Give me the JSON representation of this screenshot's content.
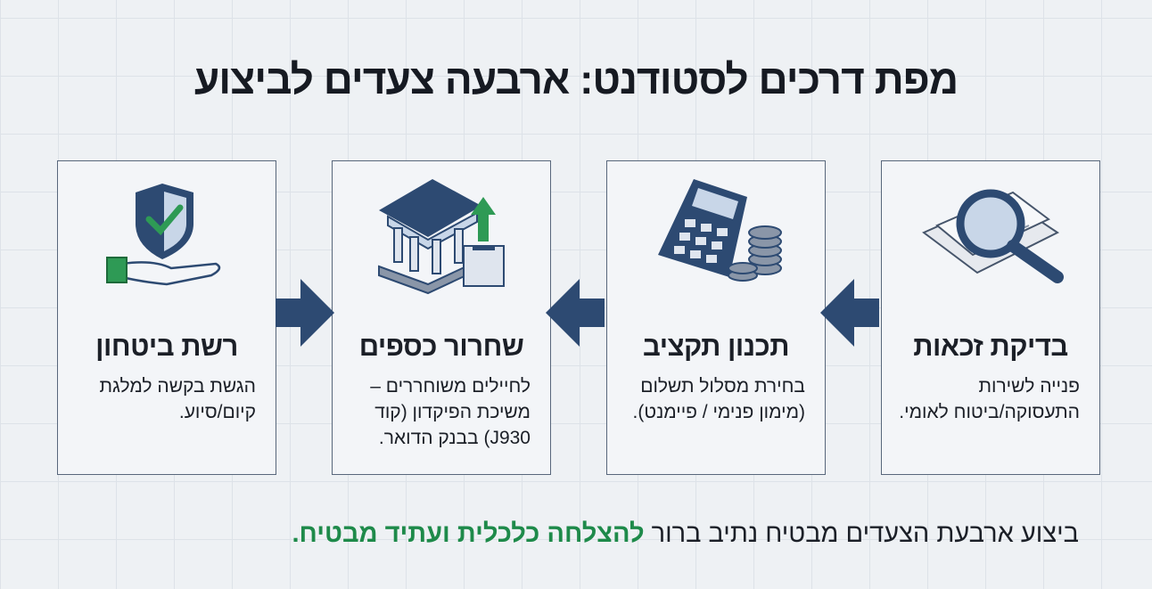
{
  "title": "מפת דרכים לסטודנט: ארבעה צעדים לביצוע",
  "steps": [
    {
      "title": "בדיקת זכאות",
      "text": "פנייה לשירות התעסוקה/ביטוח לאומי.",
      "icon": "magnifier-document-icon"
    },
    {
      "title": "תכנון תקציב",
      "text": "בחירת מסלול תשלום (מימון פנימי / פיימנט).",
      "icon": "calculator-coins-icon"
    },
    {
      "title": "שחרור כספים",
      "text": "לחיילים משוחררים – משיכת הפיקדון (קוד J930) בבנק הדואר.",
      "icon": "bank-deposit-icon"
    },
    {
      "title": "רשת ביטחון",
      "text": "הגשת בקשה למלגת קיום/סיוע.",
      "icon": "shield-hand-icon"
    }
  ],
  "footer": {
    "text": "ביצוע ארבעת הצעדים מבטיח נתיב ברור ",
    "highlight": "להצלחה כלכלית ועתיד מבטיח."
  },
  "colors": {
    "arrow": "#2d4a72",
    "highlight": "#1e8a4a",
    "border": "#58677b"
  }
}
